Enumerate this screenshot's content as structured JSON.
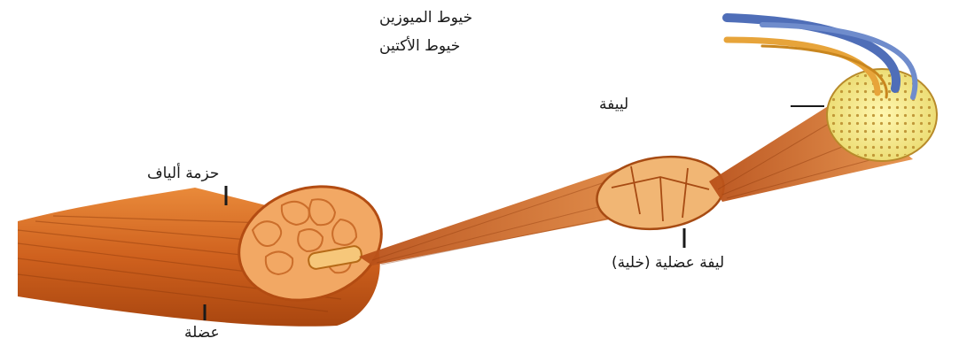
{
  "labels": {
    "myosin": "خيوط الميوزين",
    "actin": "خيوط الأكتين",
    "myofibril": "لييفة",
    "bundle": "حزمة ألياف",
    "muscle_fiber": "ليفة عضلية (خلية)",
    "muscle": "عضلة"
  },
  "colors": {
    "muscle_dark": "#c8571a",
    "muscle_mid": "#e07a2c",
    "muscle_light": "#f3b070",
    "cross_section": "#f0a55e",
    "fibril_face": "#f6ec8a",
    "myosin": "#4f6eb8",
    "actin": "#e7a43a"
  }
}
